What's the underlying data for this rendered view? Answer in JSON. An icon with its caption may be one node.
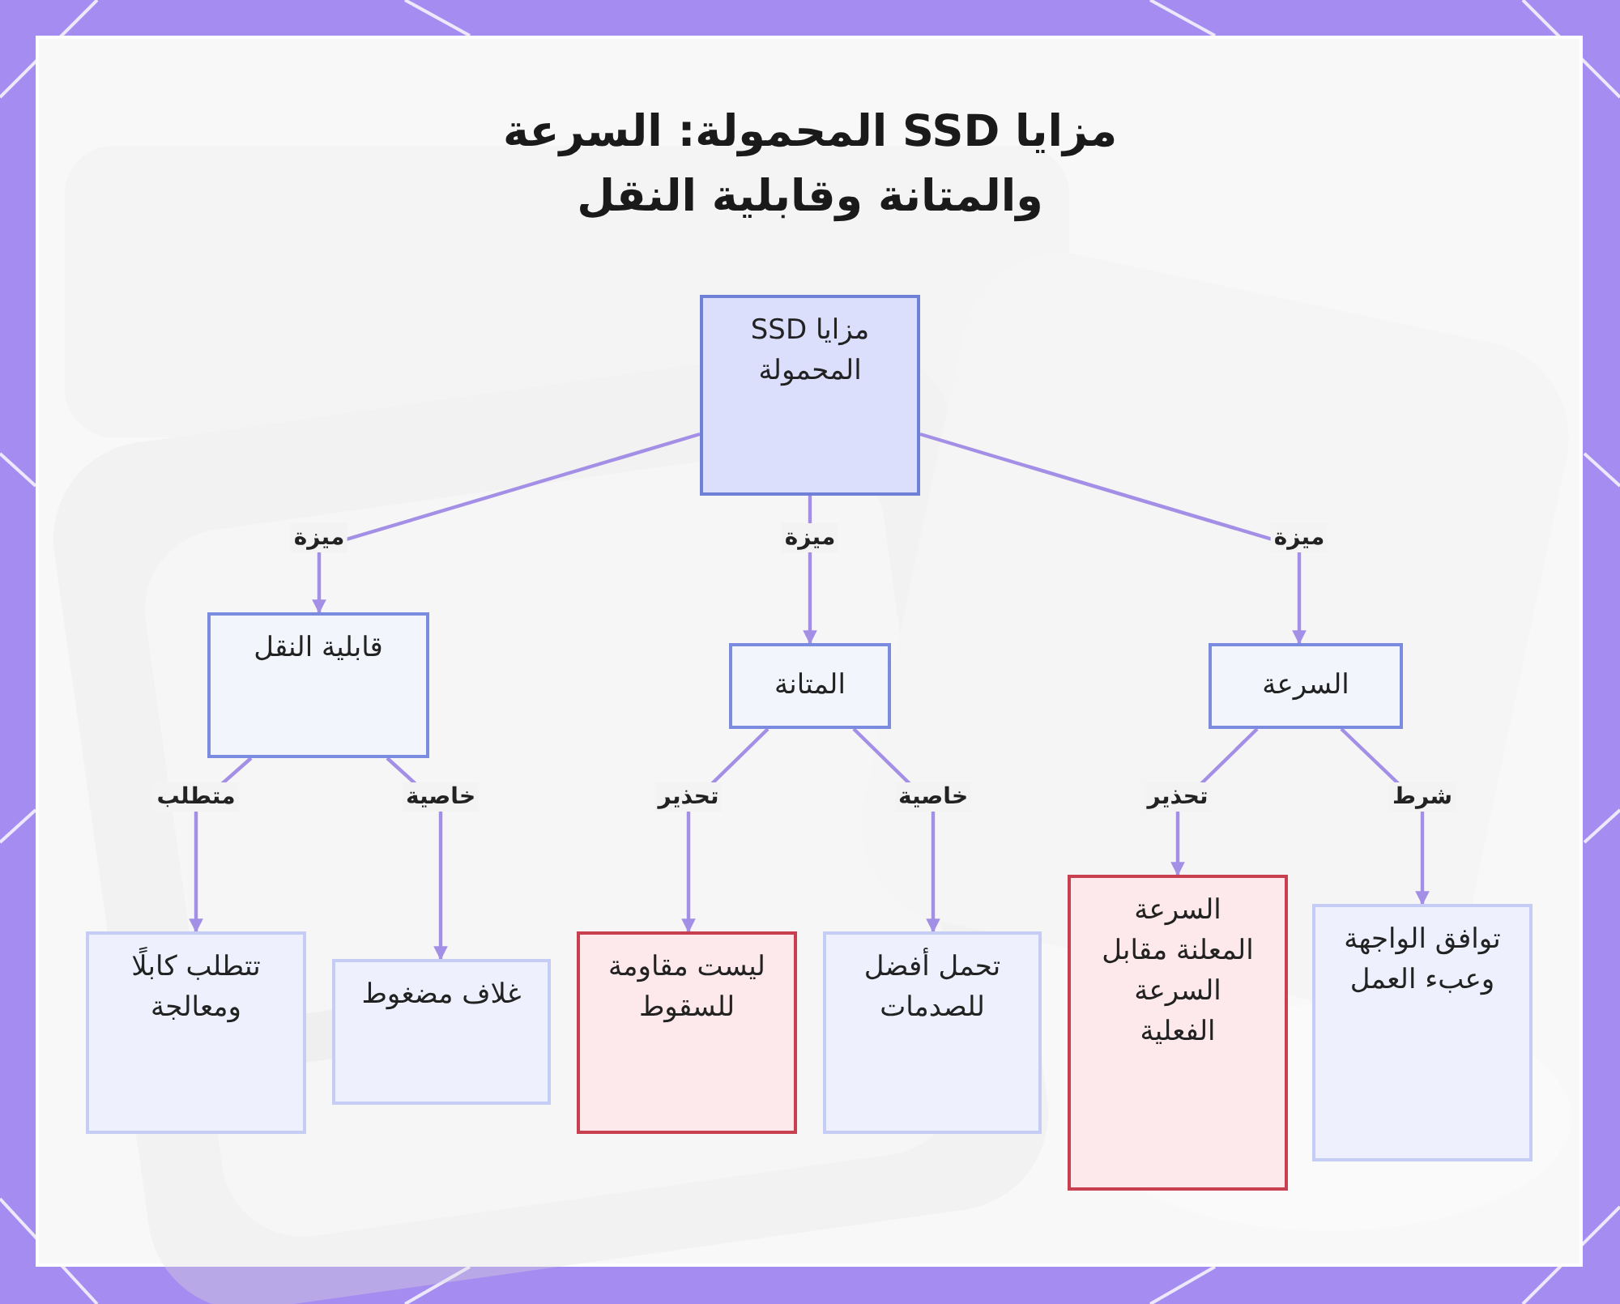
{
  "diagram": {
    "title": "مزايا SSD المحمولة: السرعة والمتانة وقابلية النقل",
    "nodes": [
      {
        "text": [
          "مزايا SSD المحمولة"
        ]
      },
      {
        "text": [
          "السرعة"
        ]
      },
      {
        "text": [
          "المتانة"
        ]
      },
      {
        "text": [
          "قابلية النقل"
        ]
      },
      {
        "text": [
          "توافق الواجهة وعبء العمل"
        ]
      },
      {
        "text": [
          "السرعة المعلنة مقابل السرعة الفعلية"
        ]
      },
      {
        "text": [
          "تحمل أفضل للصدمات"
        ]
      },
      {
        "text": [
          "ليست مقاومة للسقوط"
        ]
      },
      {
        "text": [
          "غلاف مضغوط"
        ]
      },
      {
        "text": [
          "تتطلب كابلًا ومعالجة"
        ]
      }
    ],
    "edges": [
      {
        "from": 0,
        "to": 1,
        "arrow": "to",
        "label": "ميزة"
      },
      {
        "from": 0,
        "to": 2,
        "arrow": "to",
        "label": "ميزة"
      },
      {
        "from": 0,
        "to": 3,
        "arrow": "to",
        "label": "ميزة"
      },
      {
        "from": 1,
        "to": 4,
        "arrow": "to",
        "label": "شرط"
      },
      {
        "from": 1,
        "to": 5,
        "arrow": "to",
        "label": "تحذير"
      },
      {
        "from": 2,
        "to": 6,
        "arrow": "to",
        "label": "خاصية"
      },
      {
        "from": 2,
        "to": 7,
        "arrow": "to",
        "label": "تحذير"
      },
      {
        "from": 3,
        "to": 8,
        "arrow": "to",
        "label": "خاصية"
      },
      {
        "from": 3,
        "to": 9,
        "arrow": "to",
        "label": "متطلب"
      }
    ]
  }
}
